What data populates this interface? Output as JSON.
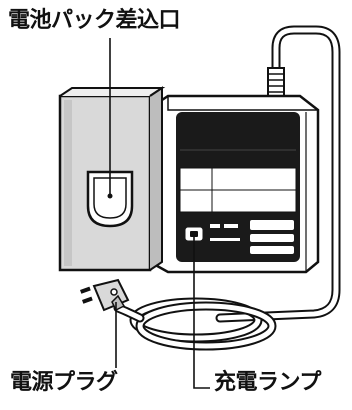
{
  "labels": {
    "battery_pack_slot": "電池パック差込口",
    "power_plug": "電源プラグ",
    "charge_lamp": "充電ランプ"
  },
  "colors": {
    "ink": "#111111",
    "body": "#ffffff",
    "shade_light": "#d9d9d9",
    "shade_mid": "#bdbdbd",
    "panel": "#1a1a1a"
  }
}
